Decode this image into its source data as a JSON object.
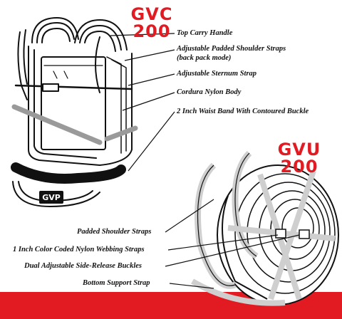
{
  "colors": {
    "accent": "#e21b23",
    "line": "#111111",
    "strap": "#cfcfcf"
  },
  "top_product": {
    "name": "GVC",
    "number": "200"
  },
  "bottom_product": {
    "name": "GVU",
    "number": "200"
  },
  "logo": {
    "text": "GVP"
  },
  "top_labels": [
    "Top Carry Handle",
    "Adjustable Padded Shoulder Straps",
    "(back pack mode)",
    "Adjustable Sternum Strap",
    "Cordura Nylon Body",
    "2 Inch Waist Band With Contoured Buckle"
  ],
  "bottom_labels": [
    "Padded Shoulder Straps",
    "1 Inch Color Coded Nylon Webbing Straps",
    "Dual Adjustable Side-Release Buckles",
    "Bottom Support Strap"
  ]
}
